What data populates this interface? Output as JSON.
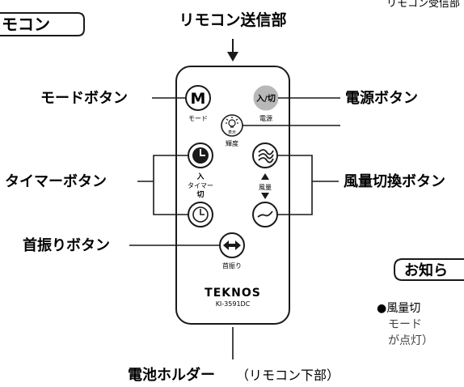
{
  "header": {
    "corner_tag": "モコン",
    "top_right_fragment": "リモコン受信部"
  },
  "callouts": {
    "transmitter": "リモコン送信部",
    "mode_button": "モードボタン",
    "power_button": "電源ボタン",
    "timer_button": "タイマーボタン",
    "fan_speed_button": "風量切換ボタン",
    "oscillation_button": "首振りボタン",
    "battery_holder": "電池ホルダー",
    "battery_holder_note": "（リモコン下部）"
  },
  "remote": {
    "mode_glyph": "M",
    "mode_label": "モード",
    "power_glyph": "入/切",
    "power_label": "電源",
    "display_small": "表示",
    "brightness_label": "輝度",
    "timer_on": "入",
    "timer_label": "タイマー",
    "timer_off": "切",
    "fan_label": "風量",
    "oscillation_label": "首振り",
    "brand": "TEKNOS",
    "model": "KI-3591DC"
  },
  "notice": {
    "title": "お知ら",
    "line1": "●風量切",
    "line2": "モード",
    "line3": "が点灯）"
  },
  "colors": {
    "outline": "#1a1a1a",
    "power_fill": "#b8b8b8",
    "remote_fill": "#ffffff",
    "text": "#111111"
  }
}
